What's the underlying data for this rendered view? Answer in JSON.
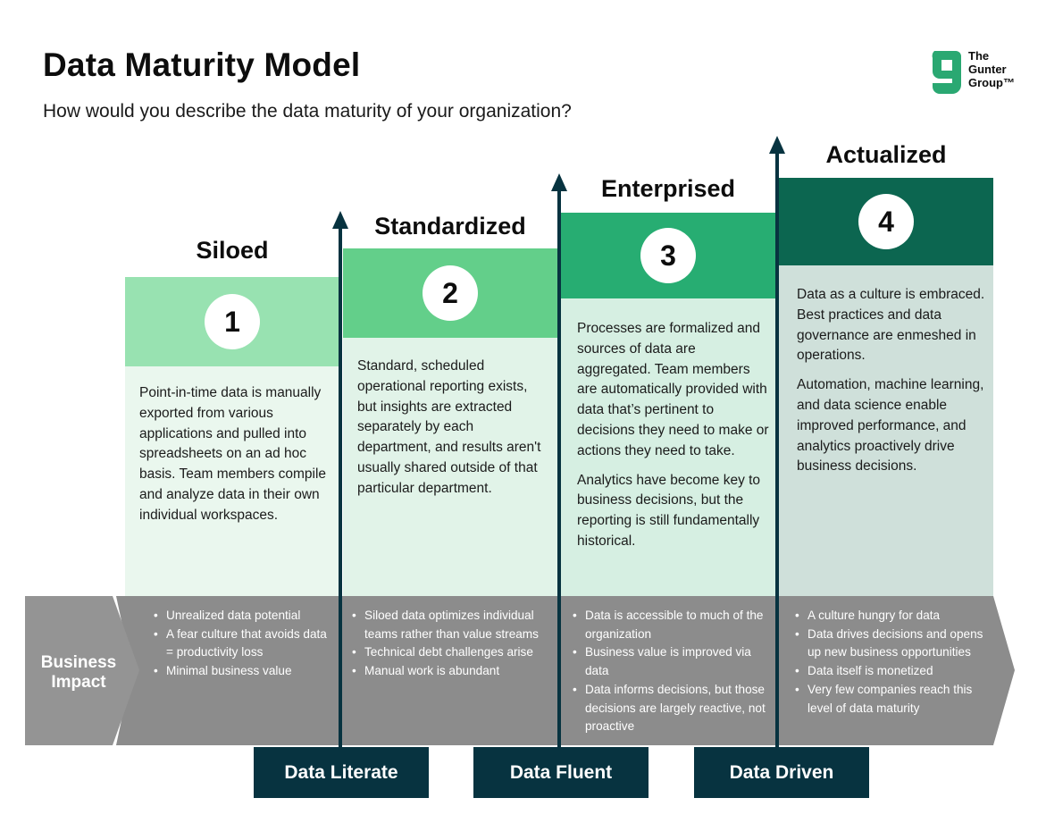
{
  "header": {
    "title": "Data Maturity Model",
    "subtitle": "How would you describe the data maturity of your organization?"
  },
  "logo": {
    "line1": "The",
    "line2": "Gunter",
    "line3": "Group™",
    "icon": "g-logo-icon",
    "color": "#2aa872"
  },
  "stages": [
    {
      "title": "Siloed",
      "number": "1",
      "color": "#98e2b1",
      "paragraphs": [
        "Point-in-time data is manually exported from various applications and pulled into spreadsheets on an ad hoc basis. Team members compile and analyze data in their own individual workspaces."
      ],
      "impact": [
        "Unrealized data potential",
        "A fear culture that avoids data = productivity loss",
        "Minimal business value"
      ]
    },
    {
      "title": "Standardized",
      "number": "2",
      "color": "#63cf8a",
      "paragraphs": [
        "Standard, scheduled operational reporting exists, but insights are extracted separately by each department, and results aren't usually shared outside of that particular department."
      ],
      "impact": [
        "Siloed data optimizes individual teams rather than value streams",
        "Technical debt challenges arise",
        "Manual work is abundant"
      ]
    },
    {
      "title": "Enterprised",
      "number": "3",
      "color": "#27ad72",
      "paragraphs": [
        "Processes are formalized and sources of data are aggregated. Team members are automatically provided with data that’s pertinent to decisions they need to make or actions they need to take.",
        "Analytics have become key to business decisions, but the reporting is still fundamentally historical."
      ],
      "impact": [
        "Data is accessible to much of the organization",
        "Business value is improved via data",
        "Data informs decisions, but those decisions are largely reactive, not proactive"
      ]
    },
    {
      "title": "Actualized",
      "number": "4",
      "color": "#0c6650",
      "paragraphs": [
        "Data as a culture is embraced. Best practices and data governance are enmeshed in operations.",
        "Automation, machine learning, and data science enable improved performance, and analytics proactively drive business decisions."
      ],
      "impact": [
        "A culture hungry for data",
        "Data drives decisions and opens up new business opportunities",
        "Data itself is monetized",
        "Very few companies reach this level of data maturity"
      ]
    }
  ],
  "business_impact": {
    "line1": "Business",
    "line2": "Impact"
  },
  "levels": [
    "Data Literate",
    "Data Fluent",
    "Data Driven"
  ],
  "colors": {
    "arrow": "#073340",
    "band": "#8c8c8c",
    "band_label": "#949494",
    "level_box": "#073340"
  }
}
